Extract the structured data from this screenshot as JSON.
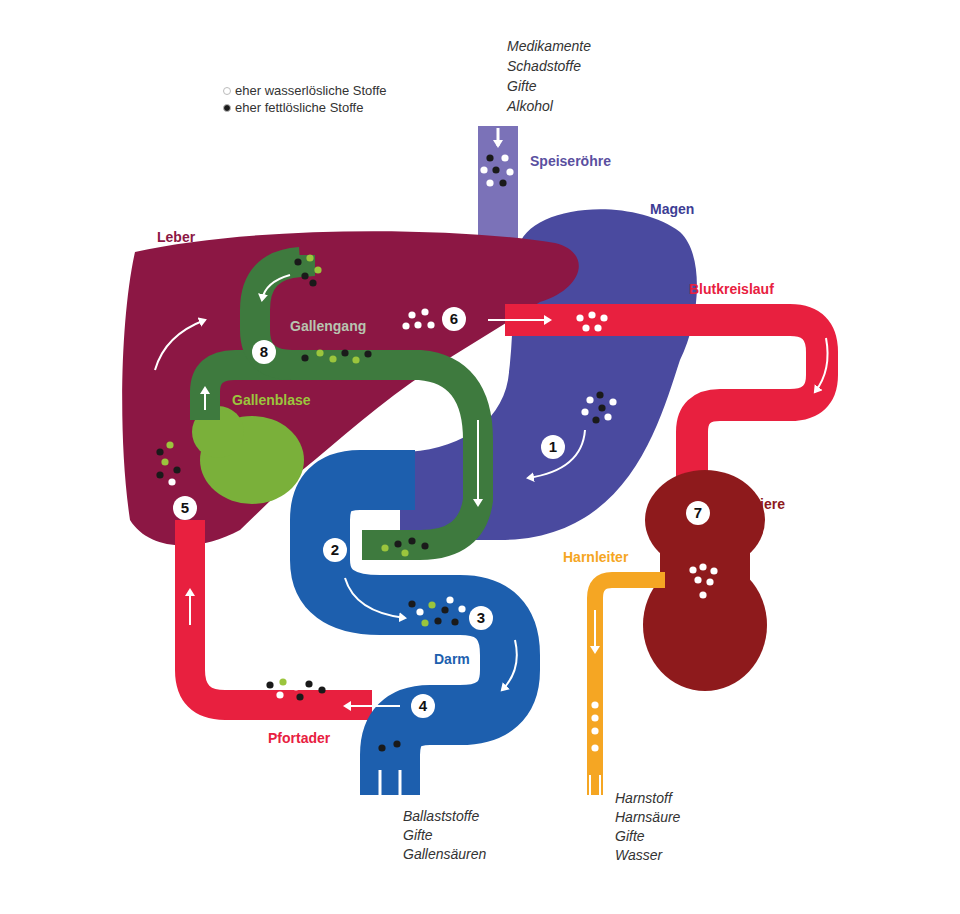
{
  "diagram": {
    "labels": [
      "Medikamente",
      "Schadstoffe",
      "Gifte",
      "Alkohol",
      "Speiseröhre",
      "Magen",
      "Leber",
      "Blutkreislauf",
      "Gallengang",
      "8",
      "6",
      "Gallenblase",
      "1",
      "5",
      "Niere",
      "7",
      "Harnleiter",
      "2",
      "3",
      "Darm",
      "4",
      "Pfortader",
      "Ballaststoffe",
      "Gifte",
      "Gallensäuren",
      "Harnstoff",
      "Harnsäure",
      "Gifte",
      "Wasser"
    ],
    "legend": [
      {
        "text": "eher wasserlösliche Stoffe",
        "color": "#ffffff"
      },
      {
        "text": "eher fettlösliche Stoffe",
        "color": "#1a1a1a"
      }
    ]
  }
}
